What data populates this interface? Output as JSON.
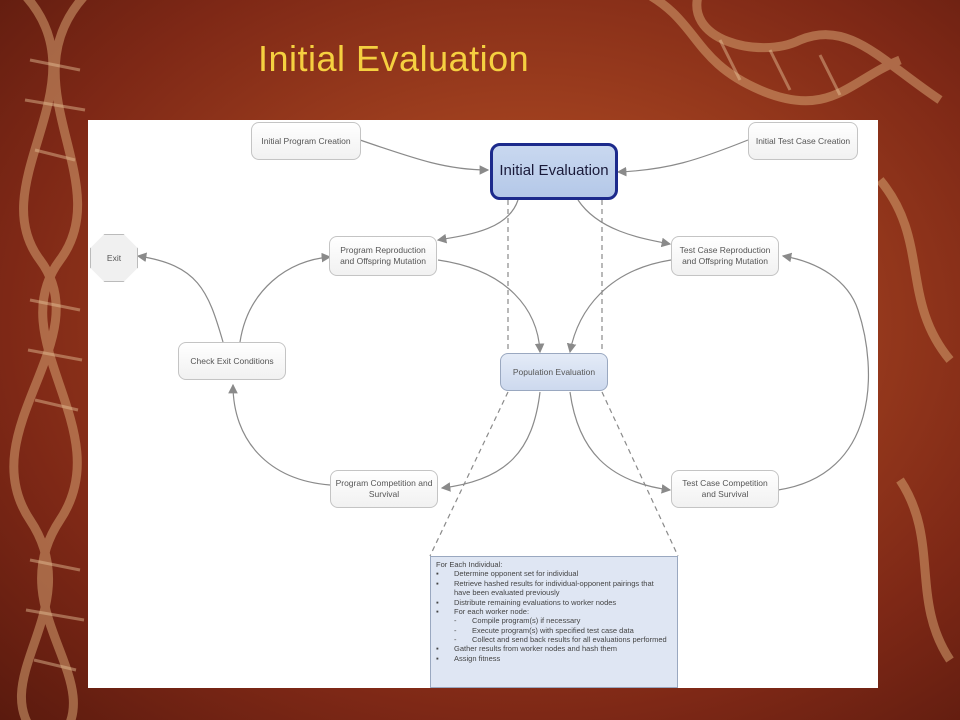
{
  "slide": {
    "title": "Initial Evaluation",
    "background_color": "#a0401f",
    "title_color": "#f5d040"
  },
  "diagram": {
    "nodes": {
      "initial_program_creation": "Initial Program Creation",
      "initial_test_case_creation": "Initial Test Case Creation",
      "initial_evaluation": "Initial Evaluation",
      "exit": "Exit",
      "program_reproduction": "Program Reproduction and Offspring Mutation",
      "test_case_reproduction": "Test Case Reproduction and Offspring Mutation",
      "check_exit_conditions": "Check Exit Conditions",
      "population_evaluation": "Population Evaluation",
      "program_competition": "Program Competition and Survival",
      "test_case_competition": "Test Case Competition and Survival"
    },
    "detail": {
      "heading": "For Each Individual:",
      "items": [
        {
          "bullet": "▪",
          "text": "Determine opponent set for individual"
        },
        {
          "bullet": "▪",
          "text": "Retrieve hashed results for individual-opponent pairings that have been evaluated previously"
        },
        {
          "bullet": "▪",
          "text": "Distribute remaining evaluations to worker nodes"
        },
        {
          "bullet": "▪",
          "text": "For each worker node:"
        },
        {
          "bullet": "-",
          "text": "Compile program(s) if necessary",
          "sub": true
        },
        {
          "bullet": "-",
          "text": "Execute program(s) with specified test case data",
          "sub": true
        },
        {
          "bullet": "-",
          "text": "Collect and send back results for all evaluations performed",
          "sub": true
        },
        {
          "bullet": "▪",
          "text": "Gather results from worker nodes and hash them"
        },
        {
          "bullet": "▪",
          "text": "Assign fitness"
        }
      ]
    },
    "colors": {
      "highlight_border": "#1c2a8c",
      "highlight_fill": "#b4c8e8",
      "connector": "#8a8a8a"
    }
  }
}
